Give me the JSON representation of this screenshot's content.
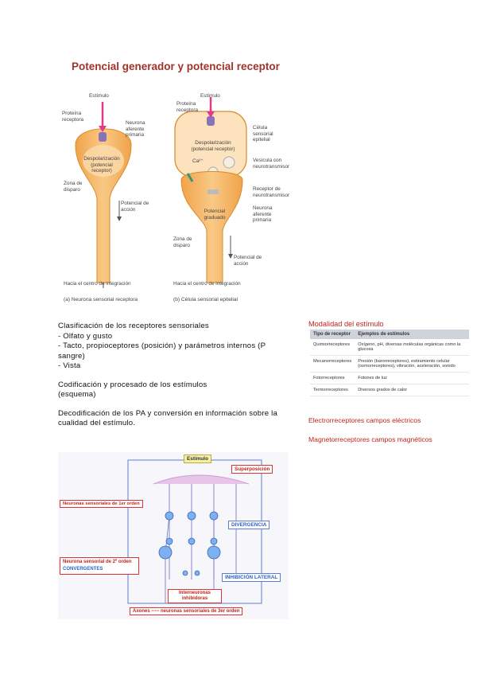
{
  "figure": {
    "title": "Potencial generador y potencial receptor",
    "a": {
      "estimulo": "Estímulo",
      "proteina": "Proteína receptora",
      "neurona": "Neurona aferente primaria",
      "despol": "Despolarización (potencial receptor)",
      "zona": "Zona de disparo",
      "potencial": "Potencial de acción",
      "hacia": "Hacia el centro de integración",
      "caption": "(a) Neurona sensorial receptora"
    },
    "b": {
      "estimulo": "Estímulo",
      "proteina": "Proteína receptora",
      "celula": "Célula sensorial epitelial",
      "despol": "Despolarización (potencial receptor)",
      "ca": "Ca²⁺",
      "vesicula": "Vesícula con neurotransmisor",
      "receptor": "Receptor de neurotransmisor",
      "potgrad": "Potencial graduado",
      "neurona": "Neurona aferente primaria",
      "zona": "Zona de disparo",
      "potencial": "Potencial de acción",
      "hacia": "Hacia el centro de integración",
      "caption": "(b) Célula sensorial epitelial"
    }
  },
  "notes": {
    "clasif_title": "Clasificación de los receptores sensoriales",
    "clasif_items": [
      "- Olfato y gusto",
      "- Tacto, propioceptores (posición) y parámetros internos (P",
      "sangre)",
      "- Vista"
    ],
    "codif_title": "Codificación y procesado de los estímulos",
    "codif_sub": "(esquema)",
    "decod_1": "Decodificación de los PA y conversión en información sobre la",
    "decod_2": "cualidad del estímulo."
  },
  "modalidad": {
    "title": "Modalidad del estímulo",
    "headers": [
      "Tipo de receptor",
      "Ejemplos de estímulos"
    ],
    "rows": [
      [
        "Quimiorreceptores",
        "Oxígeno, pH, diversas moléculas orgánicas como la glucosa"
      ],
      [
        "Mecanorreceptores",
        "Presión (barorreceptores), estiramiento celular (osmorreceptores), vibración, aceleración, sonido"
      ],
      [
        "Fotorreceptores",
        "Fotones de luz"
      ],
      [
        "Termorreceptores",
        "Diversos grados de calor"
      ]
    ],
    "electro": "Electrorreceptores campos eléctricos",
    "magneto": "Magnetorreceptores campos magnéticos"
  },
  "diagram": {
    "estimulo": "Estímulo",
    "superposicion": "Superposición",
    "primer_orden": "Neuronas sensoriales de 1er orden",
    "divergencia": "DIVERGENCIA",
    "segundo_orden": "Neurona sensorial de 2º orden",
    "convergentes": "CONVERGENTES",
    "inhibicion": "INHIBICIÓN LATERAL",
    "interneuronas": "Interneuronas inhibidoras",
    "axones": "Axones ----- neuronas sensoriales de 3er orden"
  }
}
